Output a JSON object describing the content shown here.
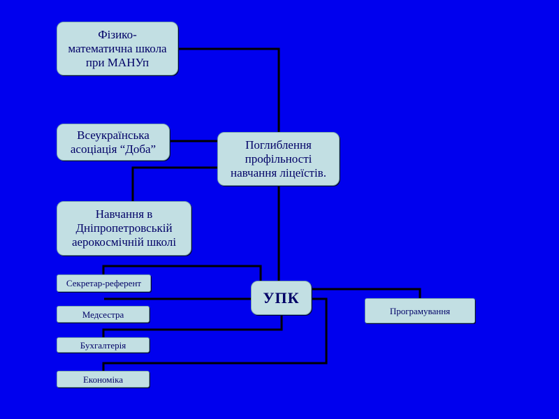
{
  "diagram": {
    "colors": {
      "background": "#0000ee",
      "box_fill": "#c2dfe3",
      "text": "#000066",
      "connector": "#000000"
    },
    "nodes": {
      "fiz_mat": "Фізико-\nматематична школа\nпри МАНУп",
      "doba": "Всеукраїнська\nасоціація “Доба”",
      "aerospace": "Навчання в\nДніпропетровській\nаерокосмічній школі",
      "profile": "Поглиблення\nпрофільності\nнавчання ліцеїстів.",
      "upk": "УПК",
      "secretary": "Секретар-референт",
      "nurse": "Медсестра",
      "accounting": "Бухгалтерія",
      "economics": "Економіка",
      "programming": "Програмування"
    }
  }
}
